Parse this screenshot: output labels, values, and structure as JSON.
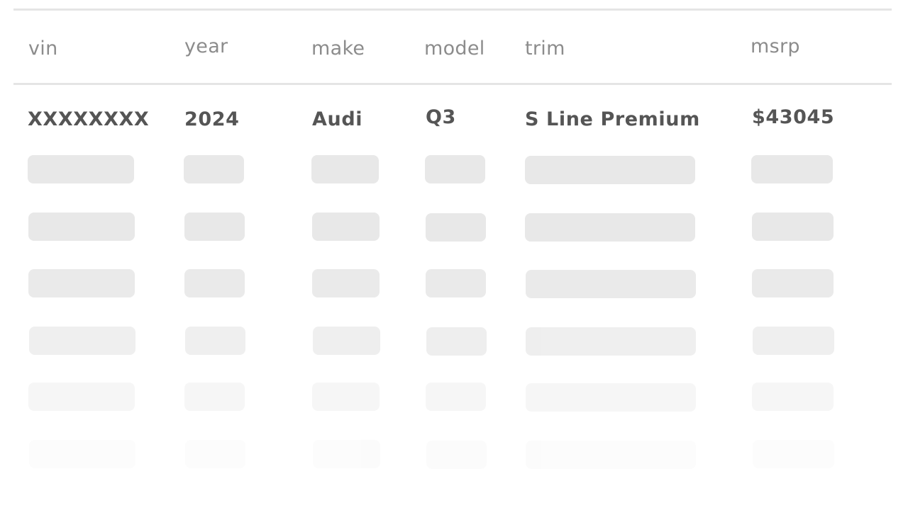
{
  "table": {
    "columns": [
      {
        "key": "vin",
        "label": "vin"
      },
      {
        "key": "year",
        "label": "year"
      },
      {
        "key": "make",
        "label": "make"
      },
      {
        "key": "model",
        "label": "model"
      },
      {
        "key": "trim",
        "label": "trim"
      },
      {
        "key": "msrp",
        "label": "msrp"
      }
    ],
    "rows": [
      {
        "vin": "XXXXXXXX",
        "year": "2024",
        "make": "Audi",
        "model": "Q3",
        "trim": "S Line Premium",
        "msrp": "$43045"
      }
    ],
    "skeleton_rows": 6,
    "colors": {
      "header_text": "#8c8c8c",
      "cell_text": "#555555",
      "rule": "#e5e5e5",
      "skeleton": "#e8e8e8"
    }
  }
}
